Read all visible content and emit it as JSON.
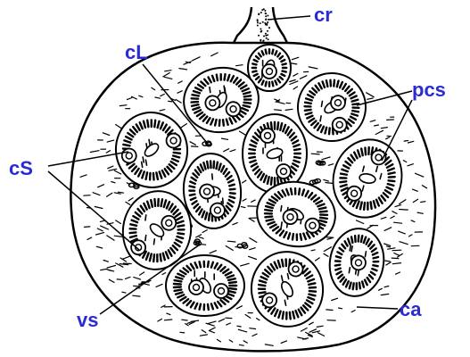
{
  "labels": {
    "cr": "cr",
    "cL": "cL",
    "pcs": "pcs",
    "cS": "cS",
    "vs": "vs",
    "ca": "ca"
  },
  "colors": {
    "label": "#2b2bd6",
    "ink": "#000000",
    "background": "#ffffff"
  }
}
